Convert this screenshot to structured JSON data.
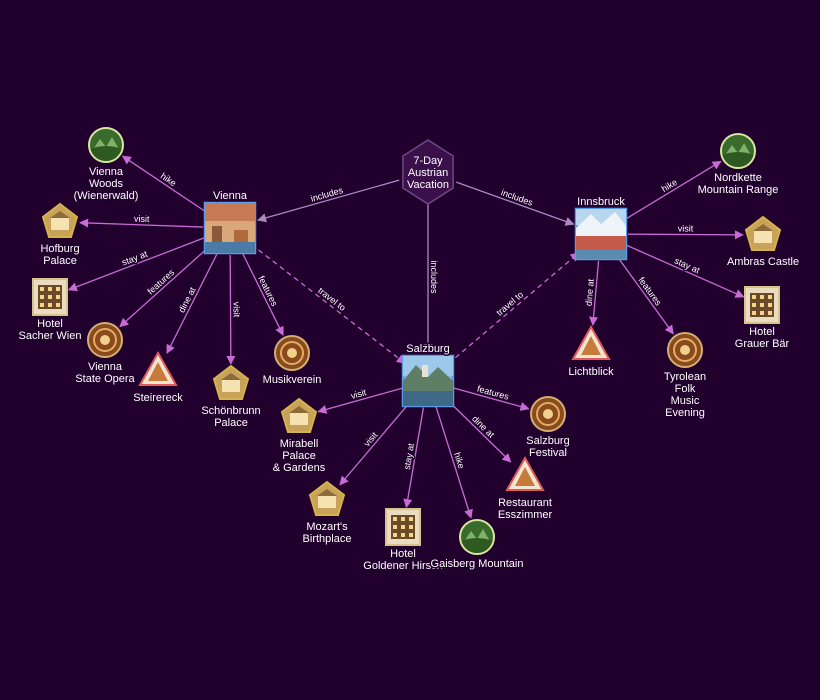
{
  "colors": {
    "background": "#22002e",
    "edge": "#c86bd6",
    "hub_edge": "#a98bc2",
    "city_border": "#5b9ae6",
    "attraction_border": "#d4b44a",
    "restaurant_border": "#e05a5a",
    "hotel_border": "#d8c28a",
    "nature_border": "#d8e6a0",
    "music_border": "#d4b070",
    "hub_fill": "#3a0f4a",
    "hub_stroke": "#6d4a86"
  },
  "hub": {
    "id": "trip",
    "label_lines": [
      "7-Day",
      "Austrian",
      "Vacation"
    ]
  },
  "cities": [
    {
      "id": "vienna",
      "label": "Vienna",
      "image": "city-vienna-image"
    },
    {
      "id": "salzburg",
      "label": "Salzburg",
      "image": "city-salzburg-image"
    },
    {
      "id": "innsbruck",
      "label": "Innsbruck",
      "image": "city-innsbruck-image"
    }
  ],
  "places": [
    {
      "id": "vienna-woods",
      "label_lines": [
        "Vienna",
        "Woods",
        "(Wienerwald)"
      ],
      "kind": "nature"
    },
    {
      "id": "hofburg",
      "label_lines": [
        "Hofburg",
        "Palace"
      ],
      "kind": "attraction"
    },
    {
      "id": "sacher",
      "label_lines": [
        "Hotel",
        "Sacher Wien"
      ],
      "kind": "hotel"
    },
    {
      "id": "state-opera",
      "label_lines": [
        "Vienna",
        "State Opera"
      ],
      "kind": "music"
    },
    {
      "id": "steirereck",
      "label_lines": [
        "Steirereck"
      ],
      "kind": "restaurant"
    },
    {
      "id": "schonbrunn",
      "label_lines": [
        "Schönbrunn",
        "Palace"
      ],
      "kind": "attraction"
    },
    {
      "id": "musikverein",
      "label_lines": [
        "Musikverein"
      ],
      "kind": "music"
    },
    {
      "id": "mirabell",
      "label_lines": [
        "Mirabell",
        "Palace",
        "& Gardens"
      ],
      "kind": "attraction"
    },
    {
      "id": "mozart",
      "label_lines": [
        "Mozart's",
        "Birthplace"
      ],
      "kind": "attraction"
    },
    {
      "id": "goldener-hirsch",
      "label_lines": [
        "Hotel",
        "Goldener Hirsch"
      ],
      "kind": "hotel"
    },
    {
      "id": "gaisberg",
      "label_lines": [
        "Gaisberg Mountain"
      ],
      "kind": "nature"
    },
    {
      "id": "esszimmer",
      "label_lines": [
        "Restaurant",
        "Esszimmer"
      ],
      "kind": "restaurant"
    },
    {
      "id": "salzburg-festival",
      "label_lines": [
        "Salzburg",
        "Festival"
      ],
      "kind": "music"
    },
    {
      "id": "nordkette",
      "label_lines": [
        "Nordkette",
        "Mountain Range"
      ],
      "kind": "nature"
    },
    {
      "id": "ambras",
      "label_lines": [
        "Ambras Castle"
      ],
      "kind": "attraction"
    },
    {
      "id": "grauer-bar",
      "label_lines": [
        "Hotel",
        "Grauer Bär"
      ],
      "kind": "hotel"
    },
    {
      "id": "tyrolean",
      "label_lines": [
        "Tyrolean",
        "Folk",
        "Music",
        "Evening"
      ],
      "kind": "music"
    },
    {
      "id": "lichtblick",
      "label_lines": [
        "Lichtblick"
      ],
      "kind": "restaurant"
    }
  ],
  "edges": [
    {
      "from": "trip",
      "to": "vienna",
      "label": "includes",
      "style": "hub"
    },
    {
      "from": "trip",
      "to": "salzburg",
      "label": "includes",
      "style": "hub"
    },
    {
      "from": "trip",
      "to": "innsbruck",
      "label": "includes",
      "style": "hub"
    },
    {
      "from": "vienna",
      "to": "salzburg",
      "label": "travel to",
      "style": "dashed"
    },
    {
      "from": "salzburg",
      "to": "innsbruck",
      "label": "travel to",
      "style": "dashed"
    },
    {
      "from": "vienna",
      "to": "vienna-woods",
      "label": "hike",
      "style": "solid"
    },
    {
      "from": "vienna",
      "to": "hofburg",
      "label": "visit",
      "style": "solid"
    },
    {
      "from": "vienna",
      "to": "sacher",
      "label": "stay at",
      "style": "solid"
    },
    {
      "from": "vienna",
      "to": "state-opera",
      "label": "features",
      "style": "solid"
    },
    {
      "from": "vienna",
      "to": "steirereck",
      "label": "dine at",
      "style": "solid"
    },
    {
      "from": "vienna",
      "to": "schonbrunn",
      "label": "visit",
      "style": "solid"
    },
    {
      "from": "vienna",
      "to": "musikverein",
      "label": "features",
      "style": "solid"
    },
    {
      "from": "salzburg",
      "to": "mirabell",
      "label": "visit",
      "style": "solid"
    },
    {
      "from": "salzburg",
      "to": "mozart",
      "label": "visit",
      "style": "solid"
    },
    {
      "from": "salzburg",
      "to": "goldener-hirsch",
      "label": "stay at",
      "style": "solid"
    },
    {
      "from": "salzburg",
      "to": "gaisberg",
      "label": "hike",
      "style": "solid"
    },
    {
      "from": "salzburg",
      "to": "esszimmer",
      "label": "dine at",
      "style": "solid"
    },
    {
      "from": "salzburg",
      "to": "salzburg-festival",
      "label": "features",
      "style": "solid"
    },
    {
      "from": "innsbruck",
      "to": "nordkette",
      "label": "hike",
      "style": "solid"
    },
    {
      "from": "innsbruck",
      "to": "ambras",
      "label": "visit",
      "style": "solid"
    },
    {
      "from": "innsbruck",
      "to": "grauer-bar",
      "label": "stay at",
      "style": "solid"
    },
    {
      "from": "innsbruck",
      "to": "tyrolean",
      "label": "features",
      "style": "solid"
    },
    {
      "from": "innsbruck",
      "to": "lichtblick",
      "label": "dine at",
      "style": "solid"
    }
  ]
}
